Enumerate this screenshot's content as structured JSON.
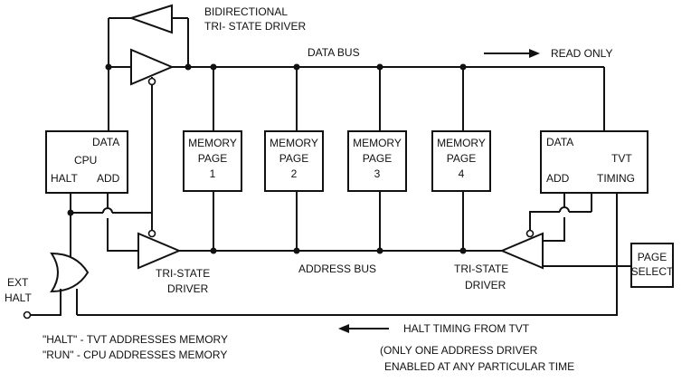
{
  "bidirectional_driver": {
    "line1": "BIDIRECTIONAL",
    "line2": "TRI- STATE DRIVER"
  },
  "data_bus_label": "DATA BUS",
  "read_only_label": "READ ONLY",
  "cpu": {
    "data": "DATA",
    "name": "CPU",
    "halt": "HALT",
    "add": "ADD"
  },
  "memory_pages": [
    {
      "line1": "MEMORY",
      "line2": "PAGE",
      "line3": "1"
    },
    {
      "line1": "MEMORY",
      "line2": "PAGE",
      "line3": "2"
    },
    {
      "line1": "MEMORY",
      "line2": "PAGE",
      "line3": "3"
    },
    {
      "line1": "MEMORY",
      "line2": "PAGE",
      "line3": "4"
    }
  ],
  "tvt": {
    "data": "DATA",
    "name": "TVT",
    "add": "ADD",
    "timing": "TIMING"
  },
  "left_driver": {
    "line1": "TRI-STATE",
    "line2": "DRIVER"
  },
  "address_bus_label": "ADDRESS BUS",
  "right_driver": {
    "line1": "TRI-STATE",
    "line2": "DRIVER"
  },
  "page_select": {
    "line1": "PAGE",
    "line2": "SELECT"
  },
  "ext_halt": {
    "line1": "EXT",
    "line2": "HALT"
  },
  "halt_timing_label": "HALT  TIMING FROM TVT",
  "notes": {
    "halt": "\"HALT\" - TVT ADDRESSES MEMORY",
    "run": "\"RUN\" - CPU ADDRESSES MEMORY",
    "only1": "(ONLY ONE ADDRESS DRIVER",
    "only2": "ENABLED AT ANY PARTICULAR TIME"
  }
}
